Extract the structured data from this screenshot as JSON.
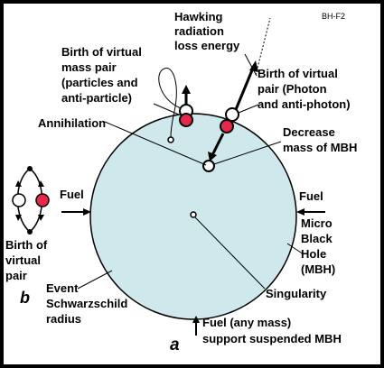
{
  "figure_tag": "BH-F2",
  "labels": {
    "hawking": [
      "Hawking",
      "radiation",
      "loss energy"
    ],
    "birth_mass_pair": [
      "Birth of virtual",
      "mass pair",
      "(particles and",
      "anti-particle)"
    ],
    "birth_photon_pair": [
      "Birth of virtual",
      "pair (Photon",
      "and anti-photon)"
    ],
    "annihilation": "Annihilation",
    "decrease_mass": [
      "Decrease",
      "mass of MBH"
    ],
    "fuel_left": "Fuel",
    "fuel_right": "Fuel",
    "micro_black_hole": [
      "Micro",
      "Black",
      "Hole",
      "(MBH)"
    ],
    "singularity": "Singularity",
    "event_radius": [
      "Event",
      "Schwarzschild",
      "radius"
    ],
    "birth_pair_b": [
      "Birth of",
      "virtual",
      "pair"
    ],
    "panel_b": "b",
    "panel_a": "a",
    "fuel_bottom": [
      "Fuel (any mass)",
      "support suspended MBH"
    ]
  },
  "colors": {
    "hole_fill": "#cfe8ec",
    "particle_red": "#e8284a",
    "outline": "#000000"
  }
}
